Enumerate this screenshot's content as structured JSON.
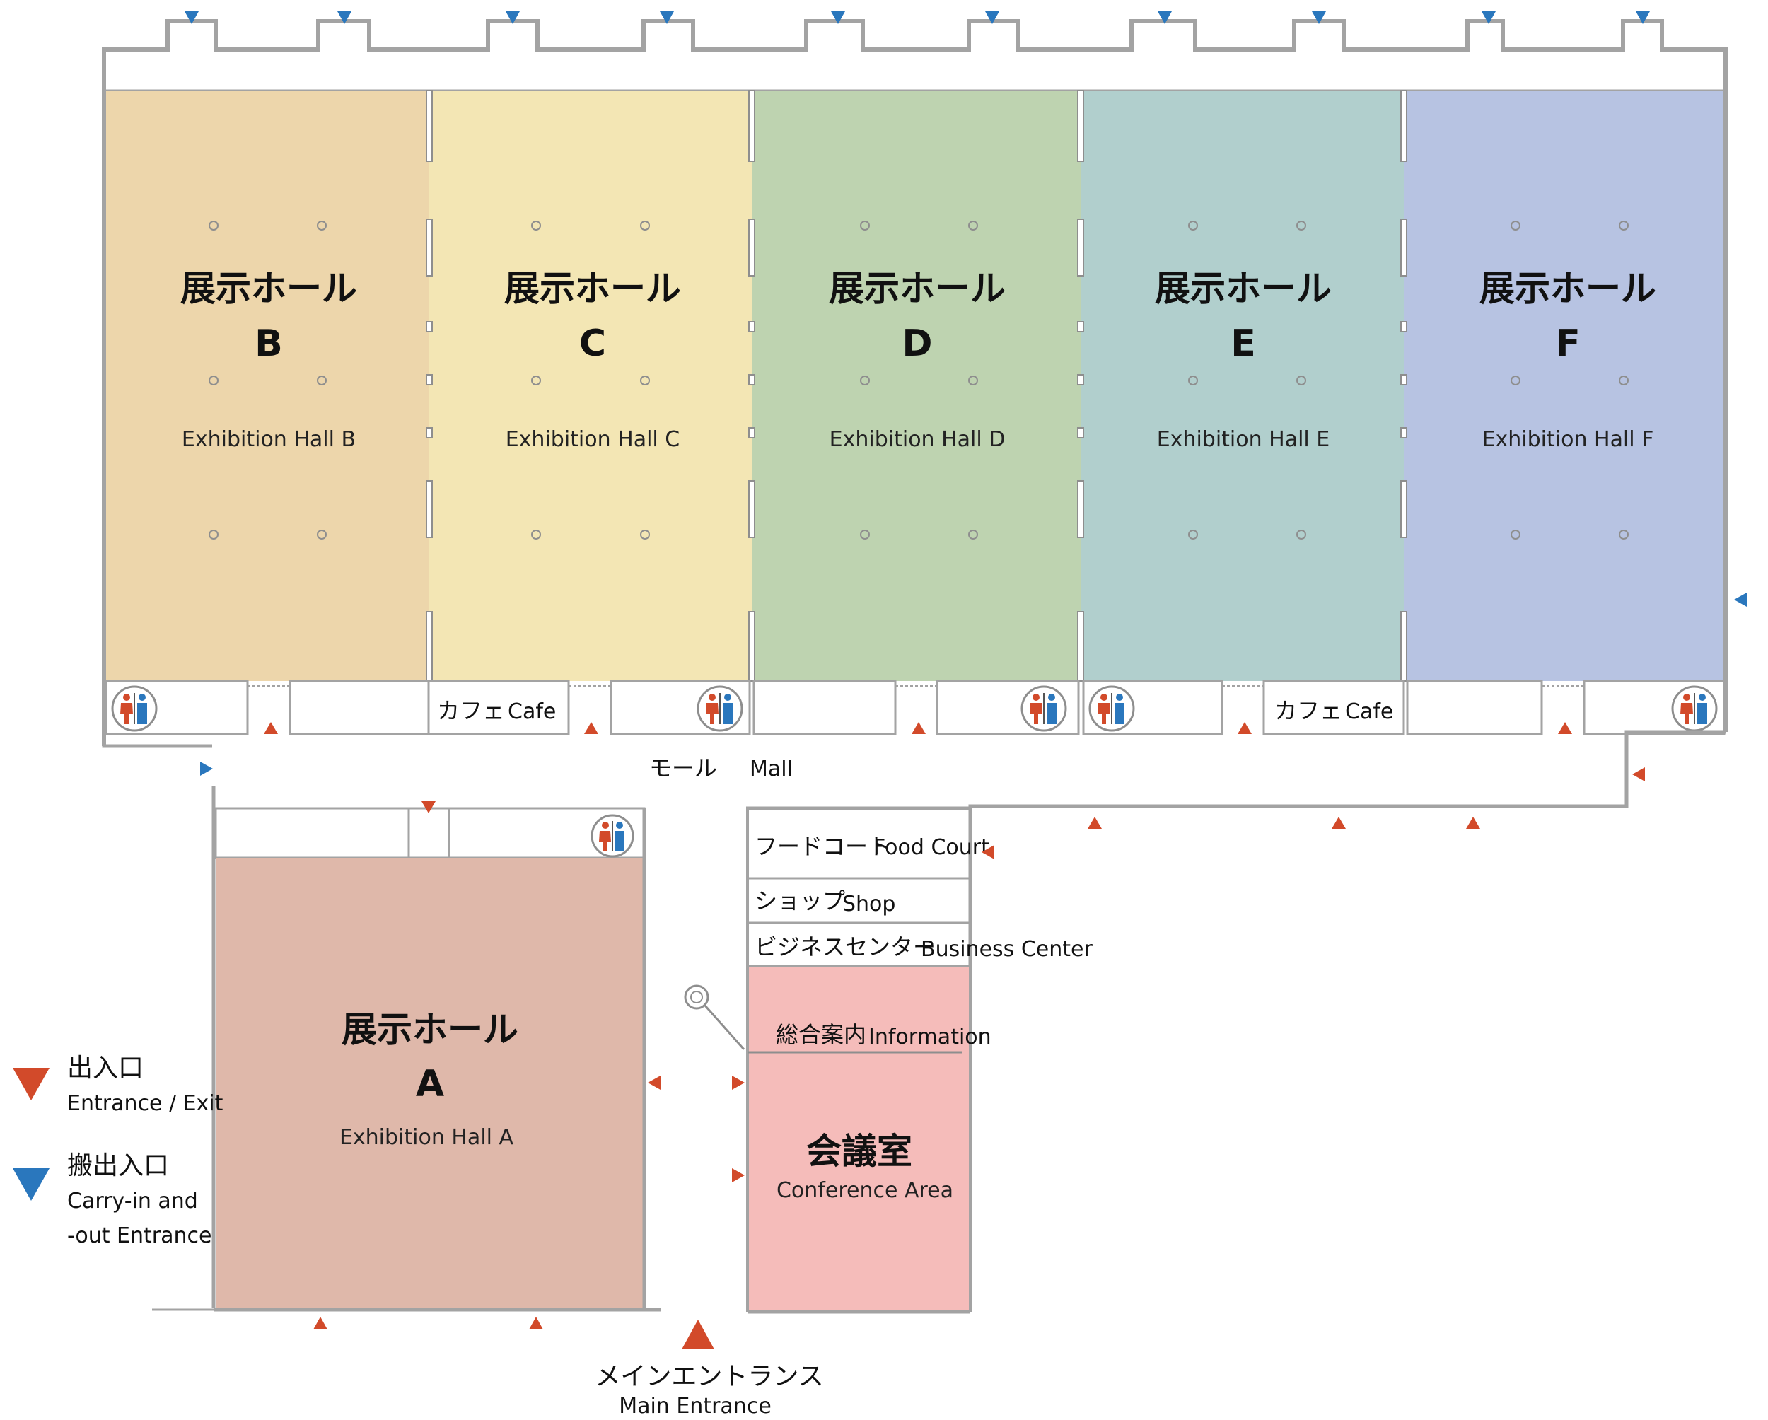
{
  "colors": {
    "hall_a": "#dfb8aa",
    "hall_b": "#edd6ab",
    "hall_c": "#f3e6b4",
    "hall_d": "#bed3b0",
    "hall_e": "#b1cfcd",
    "hall_f": "#b7c3e2",
    "conference": "#f5bcba",
    "wall": "#a3a3a3",
    "entrance_marker": "#d24a2a",
    "carry_in_marker": "#2a77bd"
  },
  "halls": [
    {
      "id": "b",
      "jp": "展示ホール",
      "letter": "B",
      "en": "Exhibition Hall B"
    },
    {
      "id": "c",
      "jp": "展示ホール",
      "letter": "C",
      "en": "Exhibition Hall C"
    },
    {
      "id": "d",
      "jp": "展示ホール",
      "letter": "D",
      "en": "Exhibition Hall D"
    },
    {
      "id": "e",
      "jp": "展示ホール",
      "letter": "E",
      "en": "Exhibition Hall E"
    },
    {
      "id": "f",
      "jp": "展示ホール",
      "letter": "F",
      "en": "Exhibition Hall F"
    }
  ],
  "hall_a": {
    "jp": "展示ホール",
    "letter": "A",
    "en": "Exhibition Hall A"
  },
  "cafes": [
    {
      "jp": "カフェ",
      "en": "Cafe"
    },
    {
      "jp": "カフェ",
      "en": "Cafe"
    }
  ],
  "mall": {
    "jp": "モール",
    "en": "Mall"
  },
  "facilities": {
    "food_court": {
      "jp": "フードコート",
      "en": "Food Court"
    },
    "shop": {
      "jp": "ショップ",
      "en": "Shop"
    },
    "business_center": {
      "jp": "ビジネスセンター",
      "en": "Business Center"
    },
    "information": {
      "jp": "総合案内",
      "en": "Information"
    }
  },
  "conference": {
    "jp": "会議室",
    "en": "Conference Area"
  },
  "main_entrance": {
    "jp": "メインエントランス",
    "en": "Main Entrance"
  },
  "legend": {
    "entrance_jp": "出入口",
    "entrance_en": "Entrance / Exit",
    "carry_jp": "搬出入口",
    "carry_en_1": "Carry-in and",
    "carry_en_2": "-out Entrance"
  },
  "icons": {
    "restroom": "restroom-icon",
    "information": "information-icon",
    "entrance": "entrance-triangle-icon",
    "carry_in": "carry-in-triangle-icon"
  }
}
